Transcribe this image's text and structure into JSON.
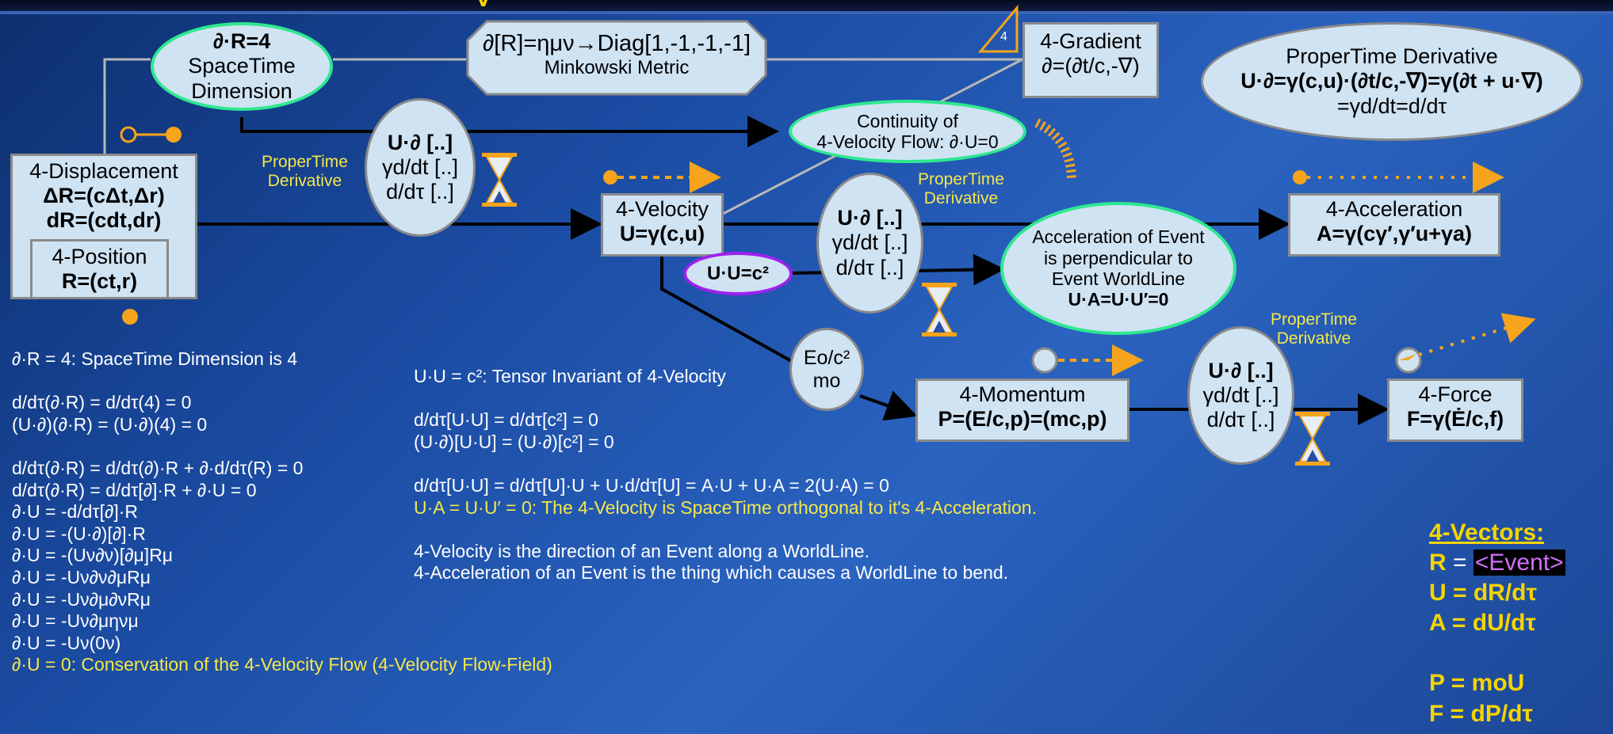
{
  "header": {
    "title_fragment": "y"
  },
  "nodes": {
    "spacetime_dim": {
      "line1": "∂·R=4",
      "line2": "SpaceTime",
      "line3": "Dimension"
    },
    "metric": {
      "formula": "∂[R]=ημν→Diag[1,-1,-1,-1]",
      "label": "Minkowski Metric"
    },
    "triangle_label": "4",
    "gradient": {
      "title": "4-Gradient",
      "formula": "∂=(∂t/c,-∇)"
    },
    "proper_time_derivative": {
      "title": "ProperTime Derivative",
      "line2": "U·∂=γ(c,u)·(∂t/c,-∇)=γ(∂t + u·∇)",
      "line3": "=γd/dt=d/dτ"
    },
    "continuity": {
      "line1": "Continuity of",
      "line2": "4-Velocity Flow: ∂·U=0"
    },
    "displacement": {
      "title": "4-Displacement",
      "line2": "ΔR=(cΔt,Δr)",
      "line3": "dR=(cdt,dr)"
    },
    "position": {
      "title": "4-Position",
      "formula": "R=(ct,r)"
    },
    "velocity": {
      "title": "4-Velocity",
      "formula": "U=γ(c,u)"
    },
    "uu": "U·U=c²",
    "acceleration": {
      "title": "4-Acceleration",
      "formula": "A=γ(cγ′,γ′u+γa)"
    },
    "accel_event": {
      "line1": "Acceleration of Event",
      "line2": "is perpendicular to",
      "line3": "Event WorldLine",
      "line4": "U·A=U·U′=0"
    },
    "rest_mass": {
      "line1": "Eo/c²",
      "line2": "mo"
    },
    "momentum": {
      "title": "4-Momentum",
      "formula": "P=(E/c,p)=(mc,p)"
    },
    "force": {
      "title": "4-Force",
      "formula": "F=γ(Ė/c,f)"
    },
    "deriv_op": {
      "line1": "U·∂ [..]",
      "line2": "γd/dt [..]",
      "line3": "d/dτ [..]"
    },
    "proper_time_label": {
      "line1": "ProperTime",
      "line2": "Derivative"
    }
  },
  "text_left": [
    "∂·R = 4: SpaceTime Dimension is 4",
    "",
    "d/dτ(∂·R) = d/dτ(4) = 0",
    "(U·∂)(∂·R) = (U·∂)(4) = 0",
    "",
    "d/dτ(∂·R) = d/dτ(∂)·R + ∂·d/dτ(R) = 0",
    "d/dτ(∂·R) = d/dτ[∂]·R + ∂·U = 0",
    "∂·U = -d/dτ[∂]·R",
    "∂·U = -(U·∂)[∂]·R",
    "∂·U = -(Uν∂ν)[∂μ]Rμ",
    "∂·U = -Uν∂ν∂μRμ",
    "∂·U = -Uν∂μ∂νRμ",
    "∂·U = -Uν∂μηνμ",
    "∂·U = -Uν(0ν)"
  ],
  "text_left_highlight": "∂·U = 0: Conservation of the 4-Velocity Flow (4-Velocity Flow-Field)",
  "text_mid": [
    "U·U = c²: Tensor Invariant of 4-Velocity",
    "",
    "d/dτ[U·U] = d/dτ[c²] = 0",
    "(U·∂)[U·U] = (U·∂)[c²] = 0",
    "",
    "d/dτ[U·U] = d/dτ[U]·U + U·d/dτ[U] = A·U + U·A = 2(U·A) = 0"
  ],
  "text_mid_highlight": "U·A = U·U′ = 0: The 4-Velocity is SpaceTime orthogonal to it's 4-Acceleration.",
  "text_mid2": [
    "4-Velocity is the direction of an Event along a WorldLine.",
    "4-Acceleration of an Event is the thing which causes a WorldLine to bend."
  ],
  "legend": {
    "heading": "4-Vectors:",
    "r_sym": "R",
    "r_eq": "=",
    "r_val": "<Event>",
    "u_eq": "U = dR/dτ",
    "a_eq": "A = dU/dτ",
    "p_eq": "P = moU",
    "f_eq": "F = dP/dτ"
  },
  "colors": {
    "background": "#1a4aa0",
    "node_fill": "#cfe3f3",
    "highlight_green": "#2ee88f",
    "accent_orange": "#f6a41c",
    "label_yellow": "#f5e74a"
  }
}
